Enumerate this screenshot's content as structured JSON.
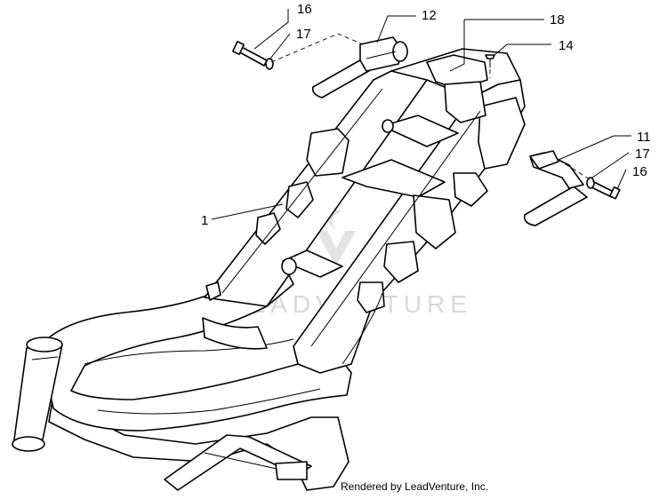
{
  "diagram": {
    "callouts": [
      {
        "id": "c16a",
        "text": "16"
      },
      {
        "id": "c17a",
        "text": "17"
      },
      {
        "id": "c12",
        "text": "12"
      },
      {
        "id": "c18",
        "text": "18"
      },
      {
        "id": "c14",
        "text": "14"
      },
      {
        "id": "c11",
        "text": "11"
      },
      {
        "id": "c17b",
        "text": "17"
      },
      {
        "id": "c16b",
        "text": "16"
      },
      {
        "id": "c1",
        "text": "1"
      }
    ],
    "watermark": "LEADVENTURE",
    "credit": "Rendered by LeadVenture, Inc."
  }
}
